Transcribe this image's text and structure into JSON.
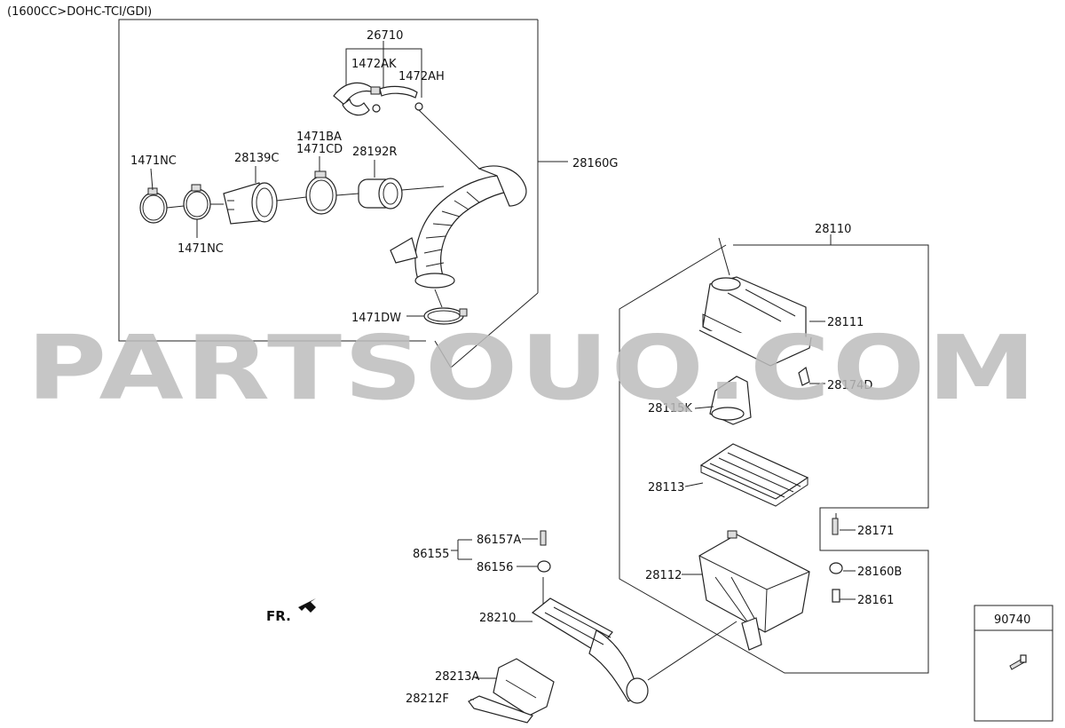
{
  "header": {
    "engine": "(1600CC>DOHC-TCI/GDI)"
  },
  "watermark": "PARTSOUQ.COM",
  "front_marker": "FR.",
  "side_box": {
    "code": "90740"
  },
  "labels": {
    "p26710": "26710",
    "p1472AK": "1472AK",
    "p1472AH": "1472AH",
    "p1471BA": "1471BA",
    "p1471CD": "1471CD",
    "p1471NC_top": "1471NC",
    "p28139C": "28139C",
    "p28192R": "28192R",
    "p28160G": "28160G",
    "p1471NC_bottom": "1471NC",
    "p1471DW": "1471DW",
    "p28110": "28110",
    "p28111": "28111",
    "p28174D": "28174D",
    "p28115K": "28115K",
    "p28113": "28113",
    "p28171": "28171",
    "p28160B": "28160B",
    "p28112": "28112",
    "p28161": "28161",
    "p86155": "86155",
    "p86157A": "86157A",
    "p86156": "86156",
    "p28210": "28210",
    "p28213A": "28213A",
    "p28212F": "28212F"
  }
}
